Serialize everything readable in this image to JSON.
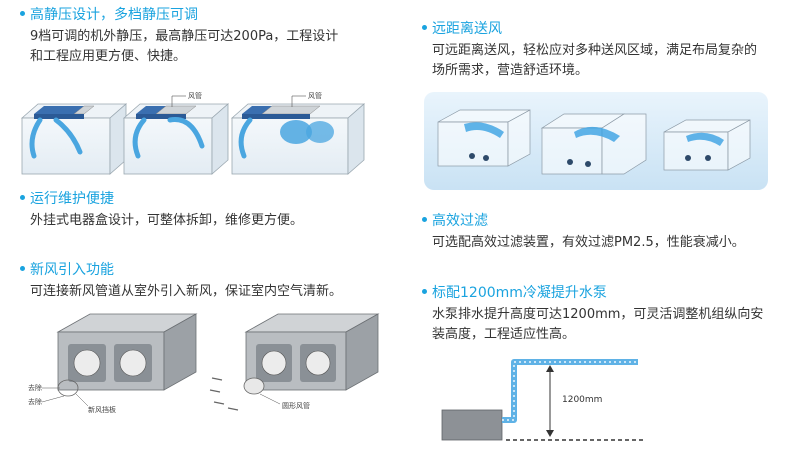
{
  "features": [
    {
      "title": "高静压设计，多档静压可调",
      "desc": [
        "9档可调的机外静压，最高静压可达200Pa，工程设计",
        "和工程应用更方便、快捷。"
      ]
    },
    {
      "title": "运行维护便捷",
      "desc": [
        "外挂式电器盒设计，可整体拆卸，维修更方便。"
      ]
    },
    {
      "title": "新风引入功能",
      "desc": [
        "可连接新风管道从室外引入新风，保证室内空气清新。"
      ]
    },
    {
      "title": "远距离送风",
      "desc": [
        "可远距离送风，轻松应对多种送风区域，满足布局复杂的",
        "场所需求，营造舒适环境。"
      ]
    },
    {
      "title": "高效过滤",
      "desc": [
        "可选配高效过滤装置，有效过滤PM2.5，性能衰减小。"
      ]
    },
    {
      "title": "标配1200mm冷凝提升水泵",
      "desc": [
        "水泵排水提升高度可达1200mm，可灵活调整机组纵向安",
        "装高度，工程适应性高。"
      ]
    }
  ],
  "labels": {
    "duct_a": "风管",
    "duct_b": "风管",
    "remove_a": "去除",
    "remove_b": "去除",
    "fresh_air_baffle": "新风挡板",
    "round_duct": "圆形风管",
    "pump_height": "1200mm"
  },
  "colors": {
    "accent": "#1aa3df",
    "text": "#333333",
    "diagram_blue": "#5fb2e6"
  }
}
